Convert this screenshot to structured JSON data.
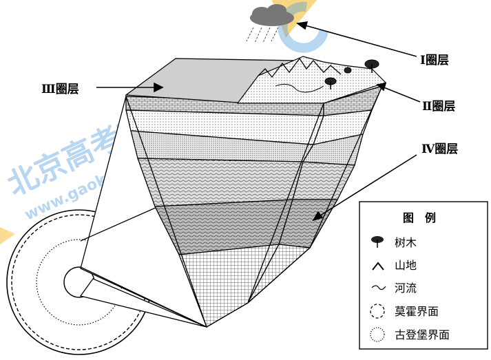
{
  "labels": {
    "layer1": "Ⅰ圈层",
    "layer2": "Ⅱ圈层",
    "layer3": "Ⅲ圈层",
    "layer4": "Ⅳ圈层"
  },
  "legend": {
    "title": "图　例",
    "items": [
      {
        "name": "tree",
        "label": "树木"
      },
      {
        "name": "mountain",
        "label": "山地"
      },
      {
        "name": "river",
        "label": "河流"
      },
      {
        "name": "moho",
        "label": "莫霍界面"
      },
      {
        "name": "gutenberg",
        "label": "古登堡界面"
      }
    ]
  },
  "watermark": {
    "text_cn": "北京高考在线",
    "text_url": "www.gaokzx.com"
  }
}
